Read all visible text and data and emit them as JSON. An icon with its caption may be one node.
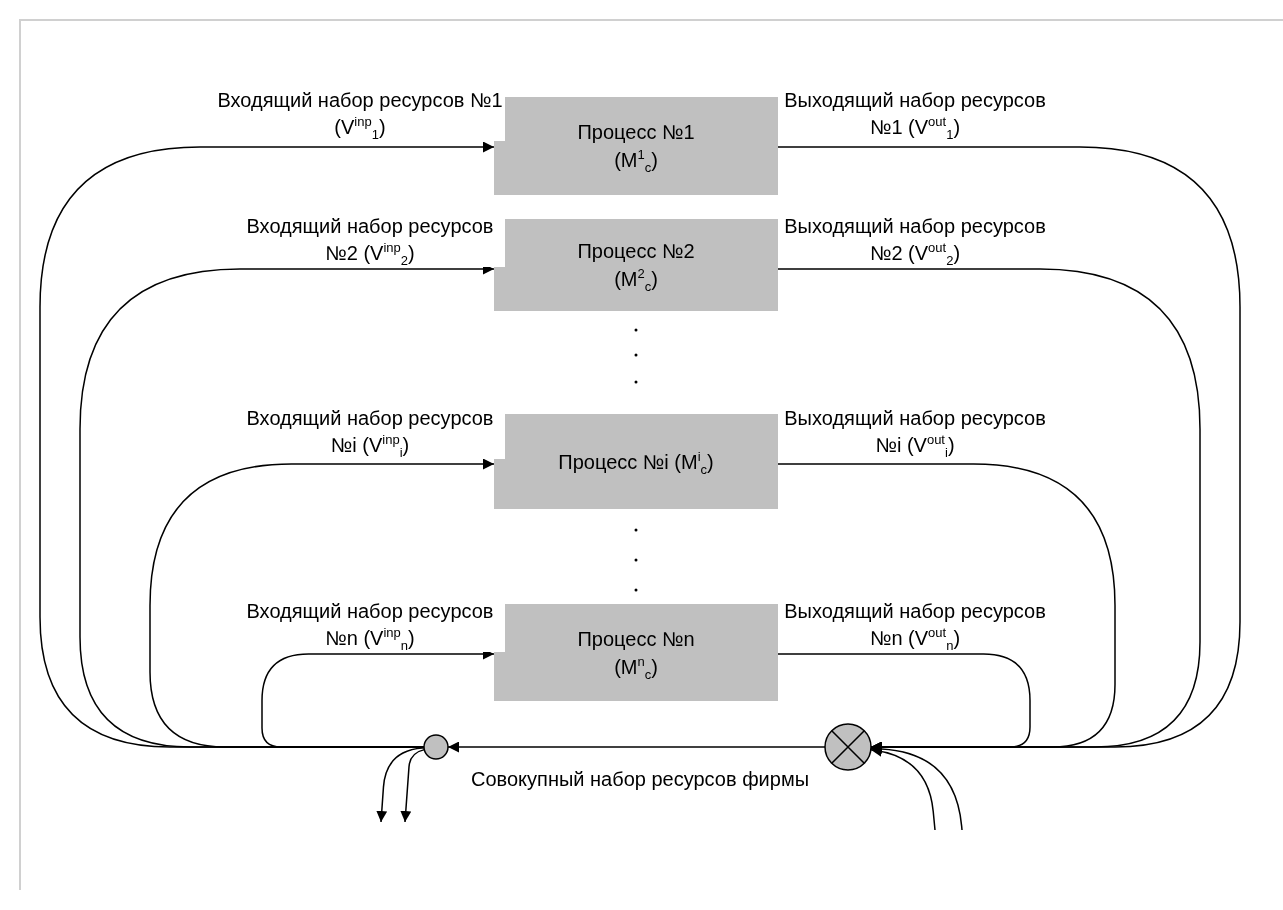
{
  "diagram": {
    "nodes": [
      {
        "text": [
          "Процесс №1 (M$^{1}$$_{c}$)"
        ]
      },
      {
        "text": [
          "Процесс №2 (M$^{2}$$_{c}$)"
        ]
      },
      {
        "text": [
          "Процесс №i (M$^{i}$$_{c}$)"
        ]
      },
      {
        "text": [
          "Процесс №n (M$^{n}$$_{c}$)"
        ]
      },
      {
        "text": [],
        "shape": "circle"
      },
      {
        "text": [],
        "shape": "circle"
      }
    ],
    "edges": [
      {
        "from": 4,
        "to": 0,
        "arrow": "to",
        "label": "Входящий набор ресурсов №1 (V$^{inp}$$_{1}$)"
      },
      {
        "from": 4,
        "to": 1,
        "arrow": "to",
        "label": "Входящий набор ресурсов №2 (V$^{inp}$$_{2}$)"
      },
      {
        "from": 4,
        "to": 2,
        "arrow": "to",
        "label": "Входящий набор ресурсов №i (V$^{inp}$$_{i}$)"
      },
      {
        "from": 4,
        "to": 3,
        "arrow": "to",
        "label": "Входящий набор ресурсов №n (V$^{inp}$$_{n}$)"
      },
      {
        "from": 0,
        "to": 5,
        "arrow": "to",
        "label": "Выходящий набор ресурсов №1 (V$^{out}$$_{1}$)"
      },
      {
        "from": 1,
        "to": 5,
        "arrow": "to",
        "label": "Выходящий набор ресурсов №2 (V$^{out}$$_{2}$)"
      },
      {
        "from": 2,
        "to": 5,
        "arrow": "to",
        "label": "Выходящий набор ресурсов №i (V$^{out}$$_{i}$)"
      },
      {
        "from": 3,
        "to": 5,
        "arrow": "to",
        "label": "Выходящий набор ресурсов №n (V$^{out}$$_{n}$)"
      },
      {
        "from": 5,
        "to": 4,
        "arrow": "to",
        "label": "Совокупный набор ресурсов фирмы"
      },
      {
        "from": 4,
        "to": null,
        "arrow": "to"
      },
      {
        "from": 4,
        "to": null,
        "arrow": "to"
      },
      {
        "from": null,
        "to": 5,
        "arrow": "to"
      },
      {
        "from": null,
        "to": 5,
        "arrow": "to"
      }
    ]
  }
}
